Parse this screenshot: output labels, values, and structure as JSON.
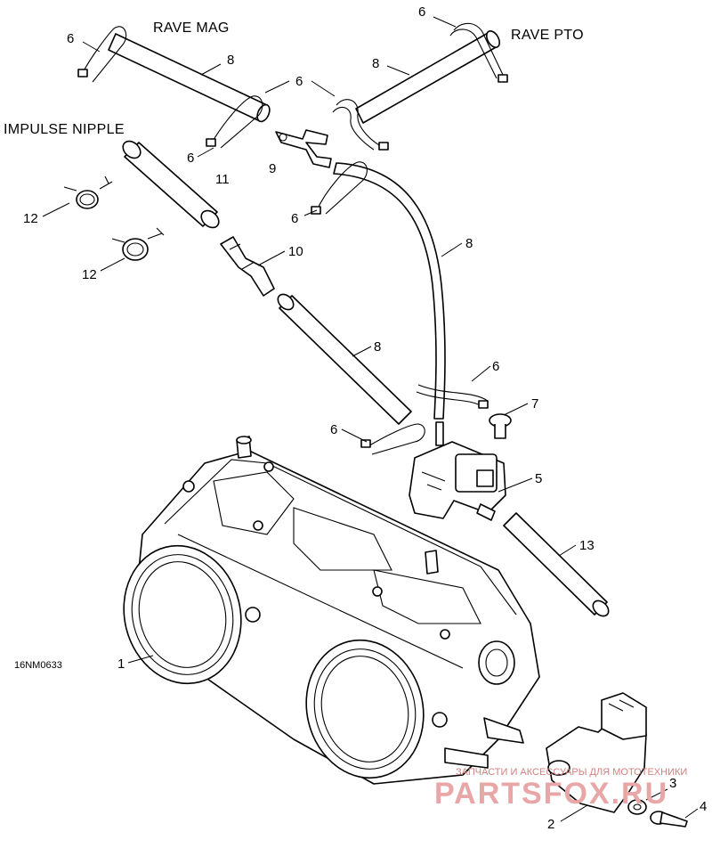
{
  "labels": {
    "rave_mag": "RAVE MAG",
    "rave_pto": "RAVE PTO",
    "impulse_nipple": "IMPULSE NIPPLE",
    "drawing_code": "16NM0633"
  },
  "callouts": [
    "1",
    "2",
    "3",
    "4",
    "5",
    "6",
    "7",
    "8",
    "9",
    "10",
    "11",
    "12",
    "13"
  ],
  "watermark": {
    "tagline": "ЗАПЧАСТИ И АКСЕССУАРЫ ДЛЯ МОТОТЕХНИКИ",
    "brand": "PARTSFOX.RU"
  }
}
